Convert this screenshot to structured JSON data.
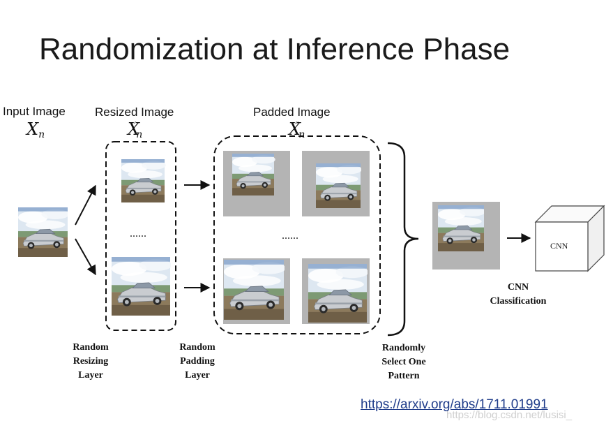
{
  "title": "Randomization at Inference Phase",
  "labels": {
    "input_image": "Input Image",
    "resized_image": "Resized Image",
    "padded_image": "Padded Image"
  },
  "math": {
    "input": "X",
    "input_sub": "n",
    "resized": "X",
    "resized_sub": "n",
    "resized_sup": "′",
    "padded": "X",
    "padded_sub": "n",
    "padded_sup": "″"
  },
  "ellipsis": "......",
  "captions": {
    "resizing": [
      "Random",
      "Resizing",
      "Layer"
    ],
    "padding": [
      "Random",
      "Padding",
      "Layer"
    ],
    "select": [
      "Randomly",
      "Select One",
      "Pattern"
    ],
    "classification": [
      "CNN",
      "Classification"
    ]
  },
  "cnn_box_label": "CNN",
  "link": "https://arxiv.org/abs/1711.01991",
  "watermark": "https://blog.csdn.net/lusisi_",
  "colors": {
    "pad_gray": "#b4b4b4",
    "sky": "#cfe0f0",
    "ground": "#8c7a5c",
    "car": "#c9ccd0",
    "link": "#1f3c8a"
  }
}
